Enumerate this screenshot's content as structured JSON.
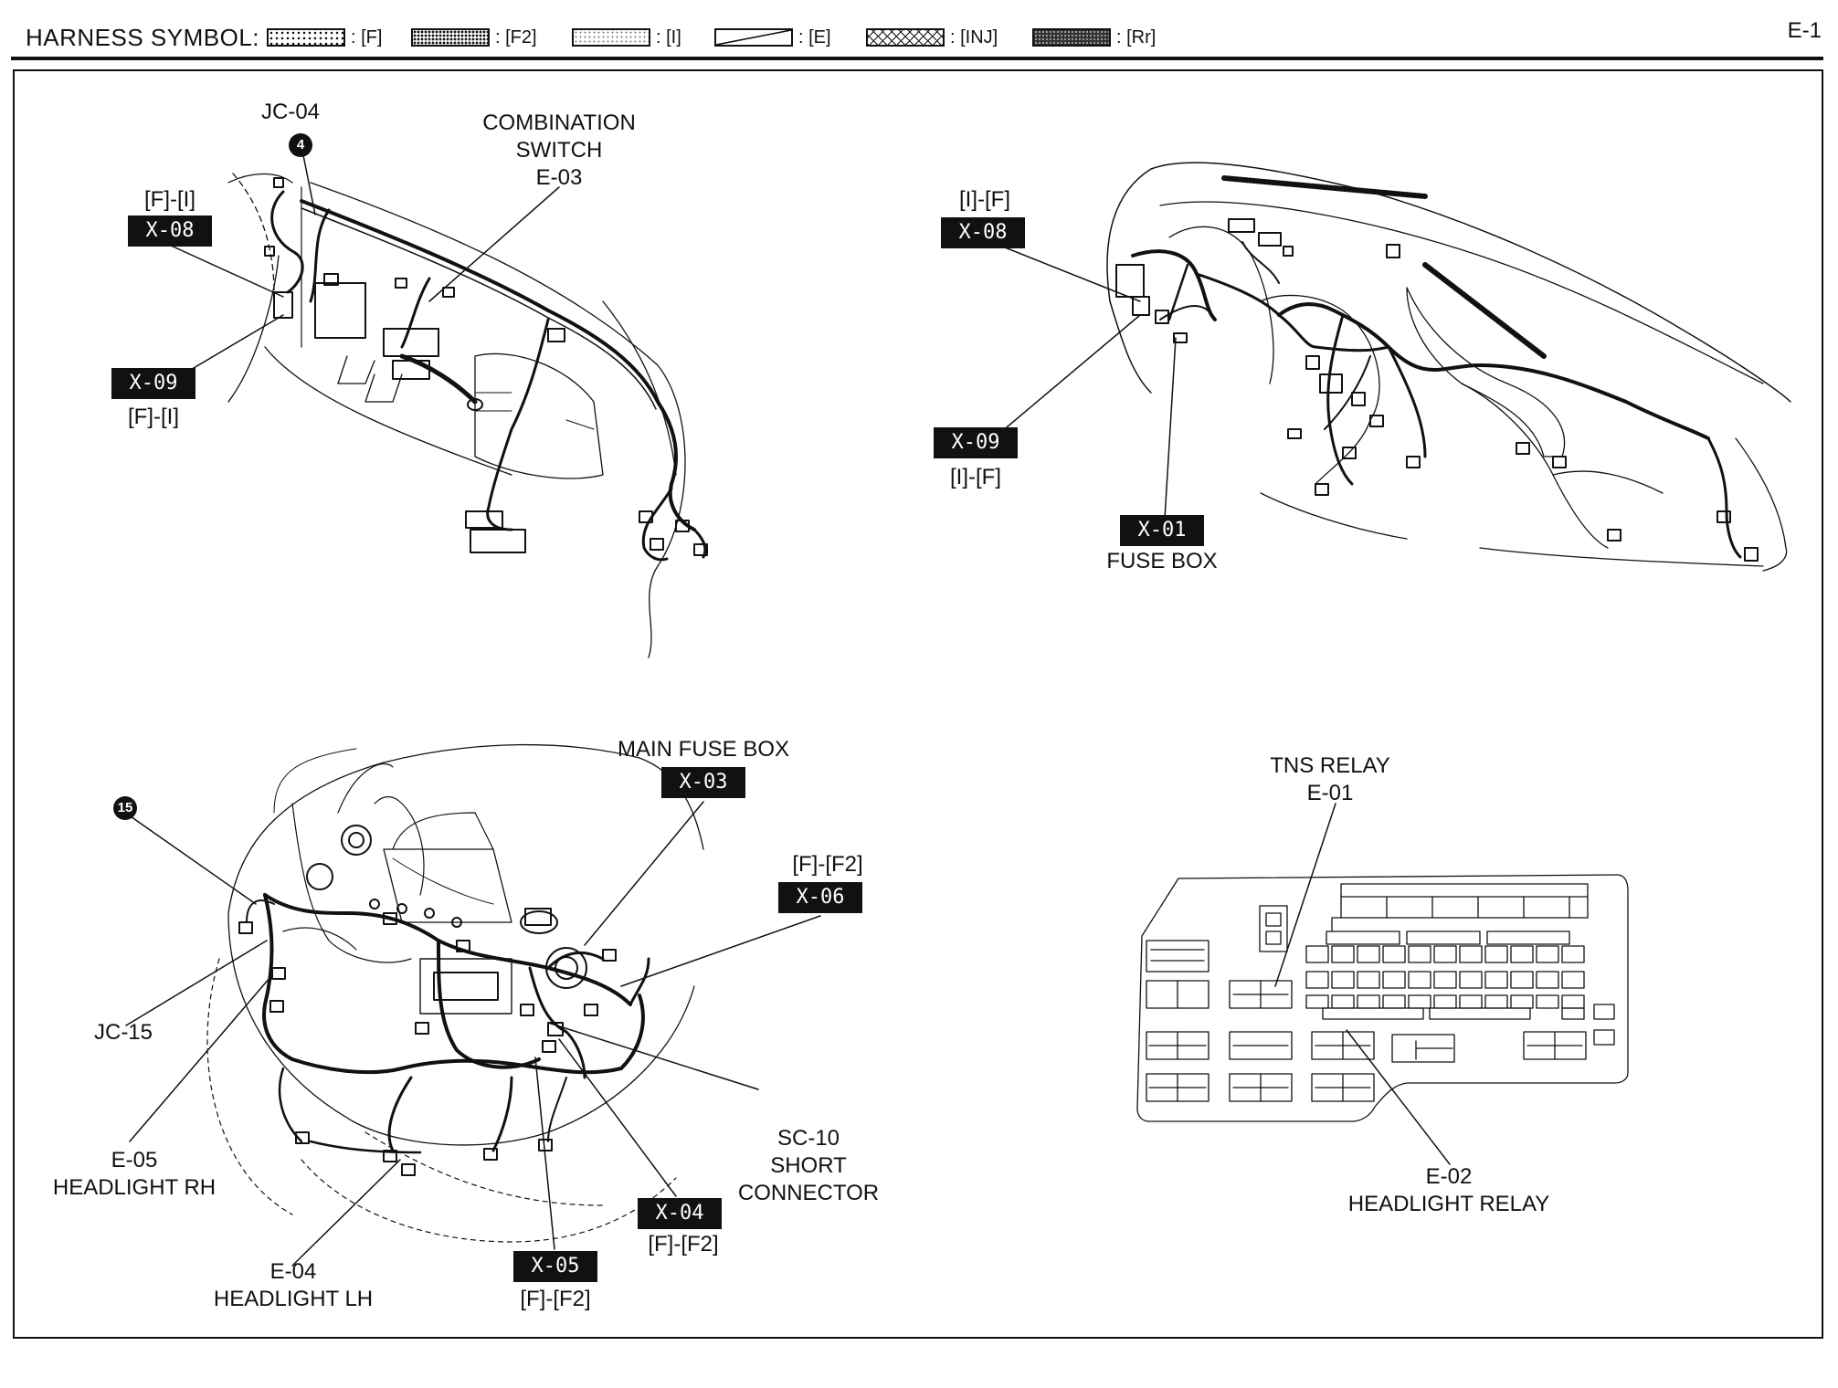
{
  "header": {
    "title": "HARNESS SYMBOL:",
    "page": "E-1",
    "symbols": [
      {
        "code": ": [F]",
        "pattern": "dots"
      },
      {
        "code": ": [F2]",
        "pattern": "dense-dots"
      },
      {
        "code": ": [I]",
        "pattern": "light-dots"
      },
      {
        "code": ": [E]",
        "pattern": "diagonal"
      },
      {
        "code": ": [INJ]",
        "pattern": "crosshatch"
      },
      {
        "code": ": [Rr]",
        "pattern": "dark"
      }
    ]
  },
  "panel1": {
    "jc04": "JC-04",
    "jc04_num": "4",
    "combination_switch": "COMBINATION\nSWITCH\nE-03",
    "x08_top": "[F]-[I]",
    "x08": "X-08",
    "x09": "X-09",
    "x09_bottom": "[F]-[I]"
  },
  "panel2": {
    "x08_top": "[I]-[F]",
    "x08": "X-08",
    "x09": "X-09",
    "x09_bottom": "[I]-[F]",
    "x01": "X-01",
    "fuse_box": "FUSE BOX"
  },
  "panel3": {
    "main_fuse_box": "MAIN FUSE BOX",
    "x03": "X-03",
    "x06_top": "[F]-[F2]",
    "x06": "X-06",
    "jc15_num": "15",
    "jc15": "JC-15",
    "e05": "E-05\nHEADLIGHT RH",
    "e04": "E-04\nHEADLIGHT LH",
    "sc10": "SC-10\nSHORT\nCONNECTOR",
    "x04": "X-04",
    "x04_bottom": "[F]-[F2]",
    "x05": "X-05",
    "x05_bottom": "[F]-[F2]"
  },
  "panel4": {
    "tns_relay": "TNS RELAY\nE-01",
    "headlight_relay": "E-02\nHEADLIGHT RELAY"
  }
}
